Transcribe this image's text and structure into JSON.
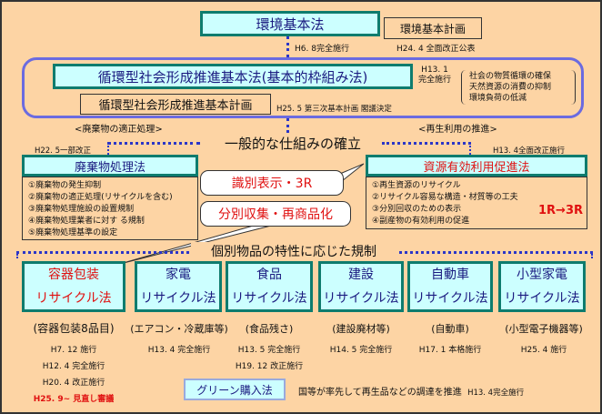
{
  "top": {
    "env_law": "環境基本法",
    "env_plan": "環境基本計画",
    "env_law_date": "H6. 8完全施行",
    "env_plan_date": "H24. 4  全面改正公表"
  },
  "circular": {
    "law": "循環型社会形成推進基本法(基本的枠組み法)",
    "law_date_1": "H13. 1",
    "law_date_2": "完全施行",
    "plan": "循環型社会形成推進基本計画",
    "plan_date": "H25. 5  第三次基本計画  閣議決定",
    "goals": [
      "社会の物質循環の確保",
      "天然資源の消費の抑制",
      "環境負荷の低減"
    ]
  },
  "general": {
    "title": "一般的な仕組みの確立",
    "left_heading": "<廃棄物の適正処理>",
    "right_heading": "<再生利用の推進>"
  },
  "waste": {
    "date": "H22. 5一部改正",
    "title": "廃棄物処理法",
    "items": [
      "①廃棄物の発生抑制",
      "②廃棄物の適正処理(リサイクルを含む)",
      "③廃棄物処理施設の設置規制",
      "④廃棄物処理業者に対す る規制",
      "⑤廃棄物処理基準の設定"
    ]
  },
  "resource": {
    "date": "H13. 4全面改正施行",
    "title": "資源有効利用促進法",
    "items": [
      "①再生資源のリサイクル",
      "②リサイクル容易な構造・材質等の工夫",
      "③分別回収のための表示",
      "④副産物の有効利用の促進"
    ],
    "badge": "1R→3R"
  },
  "callouts": {
    "labeling": "識別表示・3R",
    "collection": "分別収集・再商品化"
  },
  "individual": {
    "title": "個別物品の特性に応じた規制",
    "laws": [
      {
        "line1": "容器包装",
        "line2": "リサイクル法",
        "sub": "(容器包装8品目)",
        "dates": [
          "H7. 12  施行",
          "H12. 4  完全施行",
          "H20. 4  改正施行"
        ],
        "note": "H25. 9~  見直し審議"
      },
      {
        "line1": "家電",
        "line2": "リサイクル法",
        "sub": "(エアコン・冷蔵庫等)",
        "dates": [
          "H13. 4  完全施行"
        ]
      },
      {
        "line1": "食品",
        "line2": "リサイクル法",
        "sub": "(食品残さ)",
        "dates": [
          "H13. 5  完全施行",
          "H19. 12  改正施行"
        ]
      },
      {
        "line1": "建設",
        "line2": "リサイクル法",
        "sub": "(建設廃材等)",
        "dates": [
          "H14. 5  完全施行"
        ]
      },
      {
        "line1": "自動車",
        "line2": "リサイクル法",
        "sub": "(自動車)",
        "dates": [
          "H17. 1  本格施行"
        ]
      },
      {
        "line1": "小型家電",
        "line2": "リサイクル法",
        "sub": "(小型電子機器等)",
        "dates": [
          "H25. 4  施行"
        ]
      }
    ]
  },
  "green": {
    "title": "グリーン購入法",
    "desc": "国等が率先して再生品などの調達を推進",
    "date": "H13. 4完全施行"
  },
  "colors": {
    "background": "#fdd4a4",
    "box": "#ccffff",
    "border": "#0e7c6e",
    "accent_red": "#e01010",
    "line": "#2b35c8"
  }
}
